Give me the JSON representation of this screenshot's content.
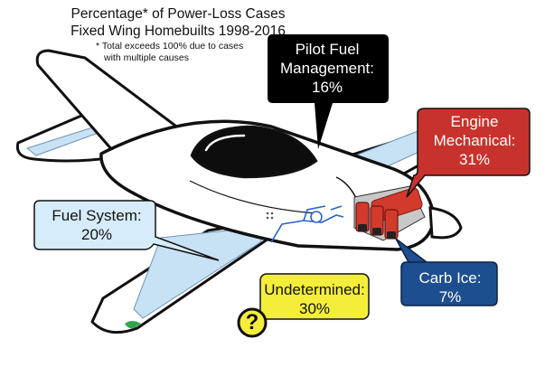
{
  "title": {
    "line1": "Percentage* of Power-Loss Cases",
    "line2": "Fixed Wing Homebuilts 1998-2016"
  },
  "footnote": {
    "line1": "* Total exceeds 100% due to cases",
    "line2": "with multiple causes"
  },
  "callouts": {
    "pilot_fuel": {
      "line1": "Pilot Fuel",
      "line2": "Management:",
      "value": "16%",
      "color": "#000000"
    },
    "engine": {
      "line1": "Engine",
      "line2": "Mechanical:",
      "value": "31%",
      "color": "#c8322c"
    },
    "fuel_system": {
      "line1": "Fuel System:",
      "value": "20%",
      "color": "#d6ecfa"
    },
    "carb_ice": {
      "line1": "Carb Ice:",
      "value": "7%",
      "color": "#1d4e8f"
    },
    "undetermined": {
      "line1": "Undetermined:",
      "value": "30%",
      "color": "#f4ee3a"
    }
  },
  "question_icon": {
    "glyph": "?",
    "color": "#f4ee3a"
  },
  "colors": {
    "fuel_tank": "#c7e1f5",
    "fuel_line": "#2a64c8",
    "engine_block": "#d23a2c",
    "wingtip": "#2fa64a"
  }
}
